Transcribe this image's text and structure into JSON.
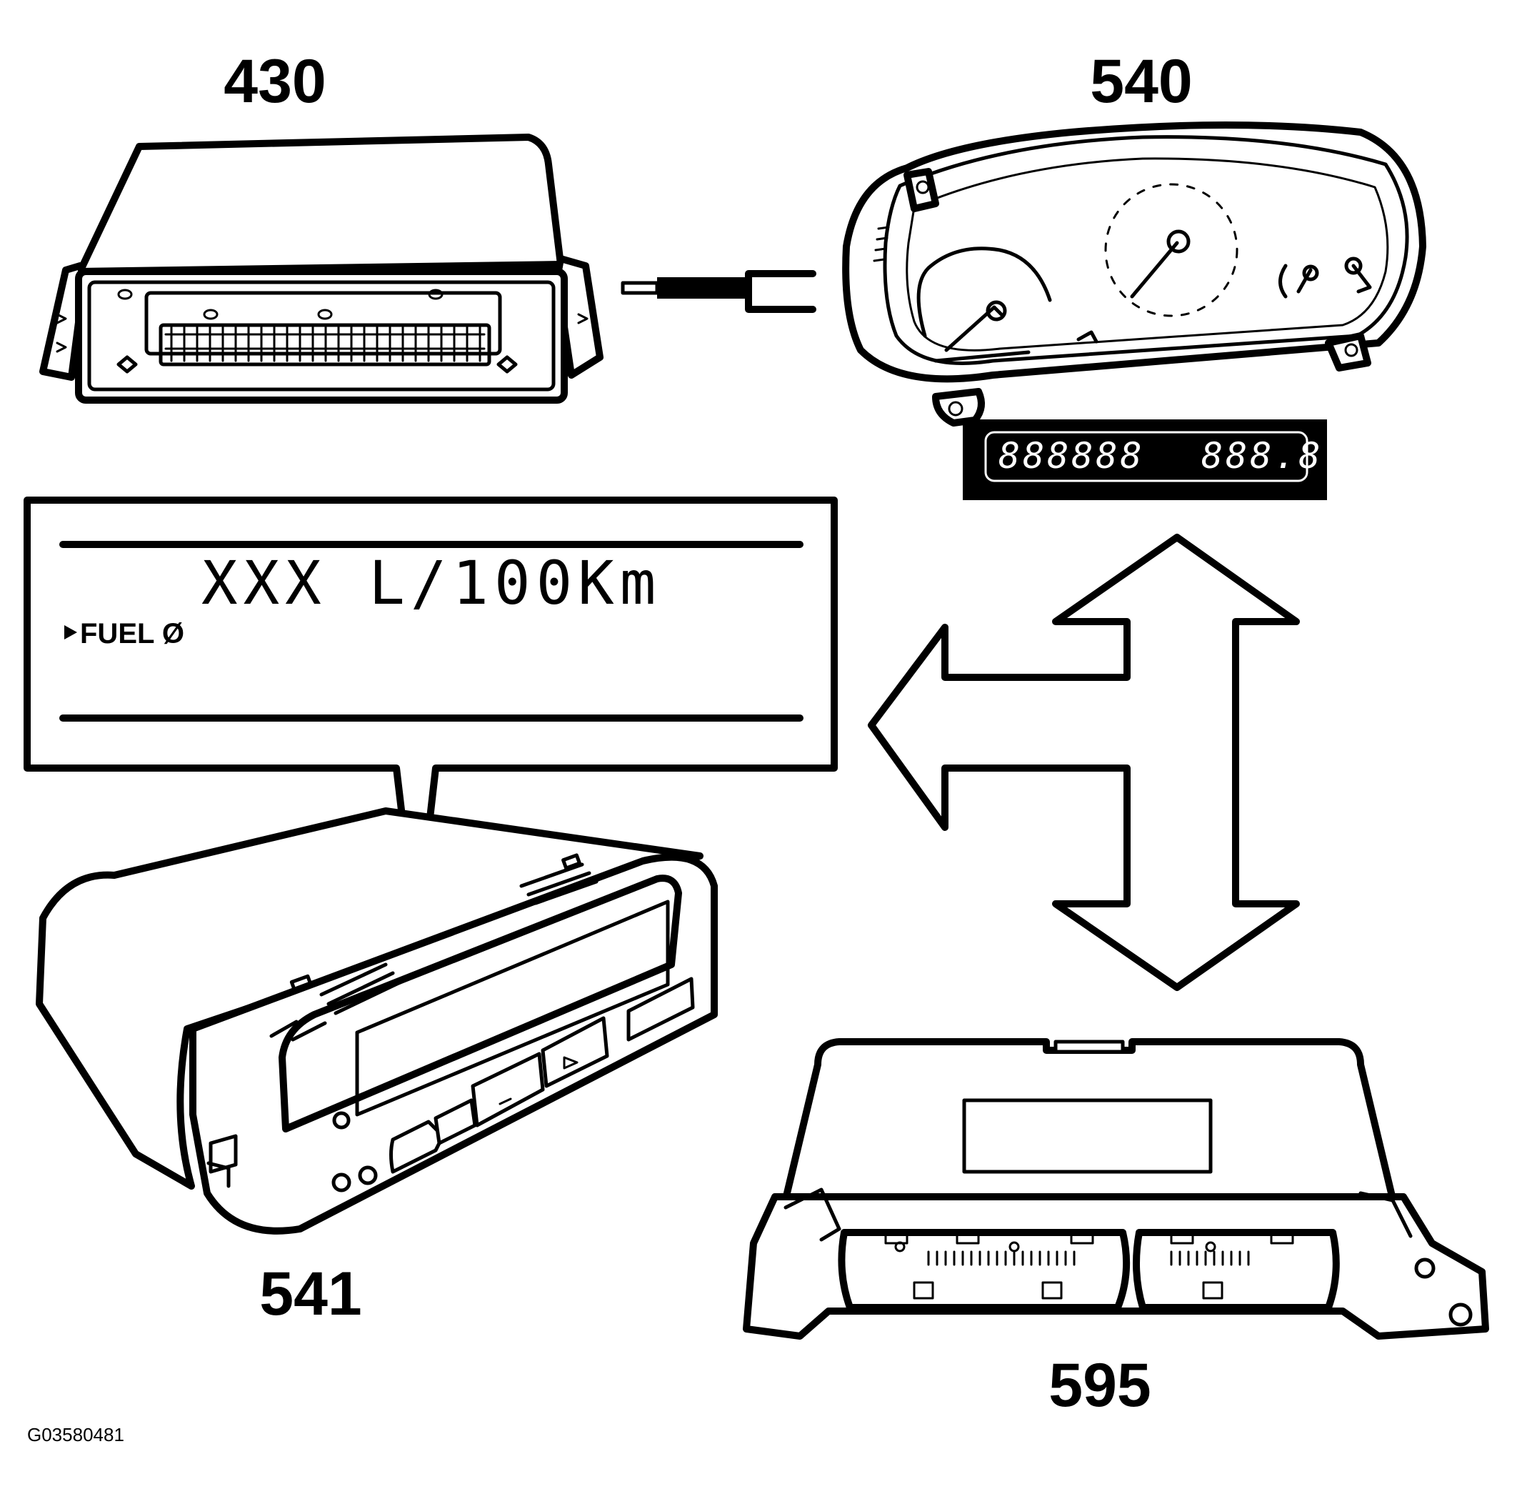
{
  "labels": {
    "module_430": "430",
    "module_540": "540",
    "module_541": "541",
    "module_595": "595",
    "figure_id": "G03580481"
  },
  "callout": {
    "reading": "XXX L/100Km",
    "menu_item": "FUEL Ø"
  },
  "odometer_display": {
    "total": "888888",
    "trip": "888.8"
  },
  "colors": {
    "ink": "#000000",
    "paper": "#ffffff"
  }
}
